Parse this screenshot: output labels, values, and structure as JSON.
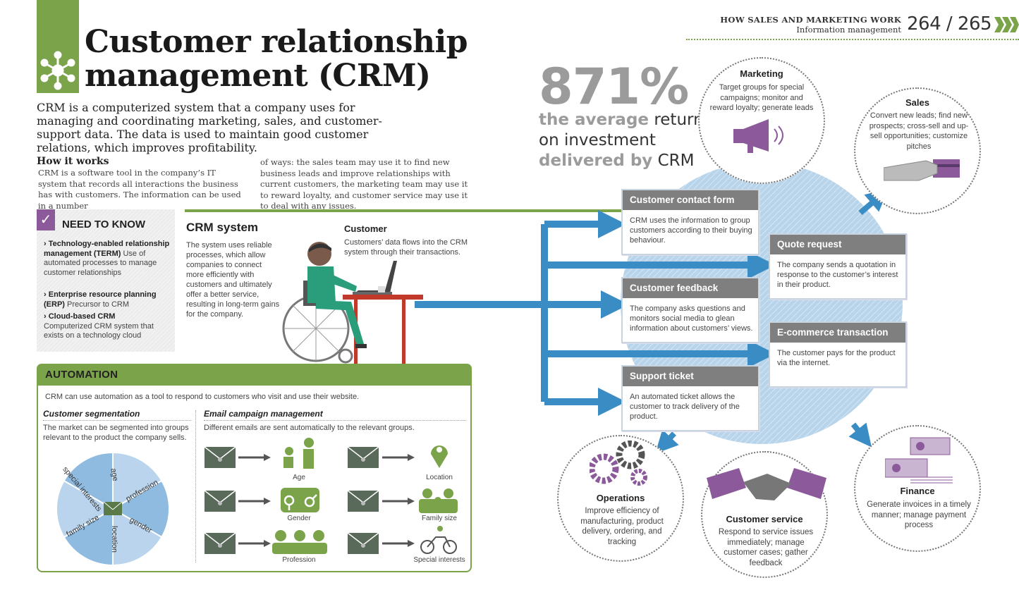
{
  "running_head": {
    "section": "HOW SALES AND MARKETING WORK",
    "subsection": "Information management",
    "pages": "264 / 265"
  },
  "title": {
    "line1": "Customer relationship",
    "line2": "management (CRM)"
  },
  "intro": "CRM is a computerized system that a company uses for managing and coordinating marketing, sales, and customer-support data. The data is used to maintain good customer relations, which improves profitability.",
  "how_it_works": {
    "heading": "How it works",
    "col1": "CRM is a software tool in the company’s IT system that records all interactions the business has with customers. The information can be used in a number",
    "col2": "of ways: the sales team may use it to find new business leads and improve relationships with current customers, the marketing team may use it to reward loyalty, and customer service may use it to deal with any issues."
  },
  "need_to_know": {
    "heading": "NEED TO KNOW",
    "items": [
      {
        "term": "Technology-enabled relationship management",
        "abbr": "(TERM)",
        "def": "Use of automated processes to manage customer relationships"
      },
      {
        "term": "Enterprise resource planning",
        "abbr": "(ERP)",
        "def": "Precursor to CRM"
      },
      {
        "term": "Cloud-based CRM",
        "abbr": "",
        "def": "Computerized CRM system that exists on a technology cloud"
      }
    ]
  },
  "crm_system": {
    "heading": "CRM system",
    "text": "The system uses reliable processes, which allow companies to connect more efficiently with customers and ultimately offer a better service, resulting in long-term gains for the company."
  },
  "customer": {
    "heading": "Customer",
    "text": "Customers’ data flows into the CRM system through their transactions."
  },
  "automation": {
    "heading": "AUTOMATION",
    "intro": "CRM can use automation as a tool to respond to customers who visit and use their website.",
    "segmentation": {
      "heading": "Customer segmentation",
      "text": "The market can be segmented into groups relevant to the product the company sells.",
      "wheel": [
        "age",
        "profession",
        "gender",
        "location",
        "family size",
        "special interests"
      ]
    },
    "email": {
      "heading": "Email campaign management",
      "text": "Different emails are sent automatically to the relevant groups.",
      "groups": [
        "Age",
        "Location",
        "Gender",
        "Family size",
        "Profession",
        "Special interests"
      ]
    }
  },
  "stat": {
    "number": "871%",
    "line1_grey": "the average",
    "line1_rest": "return",
    "line2": "on investment",
    "line3_grey": "delivered by",
    "line3_rest": "CRM"
  },
  "cards": [
    {
      "title": "Customer contact form",
      "text": "CRM uses the information to group customers according to their buying behaviour."
    },
    {
      "title": "Quote request",
      "text": "The company sends a quotation in response to the customer’s interest in their product."
    },
    {
      "title": "Customer feedback",
      "text": "The company asks questions and monitors social media to glean information about customers’ views."
    },
    {
      "title": "E-commerce transaction",
      "text": "The customer pays for the product via the internet."
    },
    {
      "title": "Support ticket",
      "text": "An automated ticket allows the customer to track delivery of the product."
    }
  ],
  "outcomes": {
    "marketing": {
      "title": "Marketing",
      "text": "Target groups for special campaigns; monitor and reward loyalty; generate leads"
    },
    "sales": {
      "title": "Sales",
      "text": "Convert new leads; find new prospects; cross-sell and up-sell opportunities; customize pitches"
    },
    "operations": {
      "title": "Operations",
      "text": "Improve efficiency of manufacturing, product delivery, ordering, and tracking"
    },
    "customer_service": {
      "title": "Customer service",
      "text": "Respond to service issues immediately; manage customer cases; gather feedback"
    },
    "finance": {
      "title": "Finance",
      "text": "Generate invoices in a timely manner; manage payment process"
    }
  },
  "colors": {
    "green": "#7aa34a",
    "purple": "#8c5a9a",
    "blue": "#3a8cc4",
    "grey_head": "#7f7f7f",
    "light_blue": "#b8d4ea"
  }
}
